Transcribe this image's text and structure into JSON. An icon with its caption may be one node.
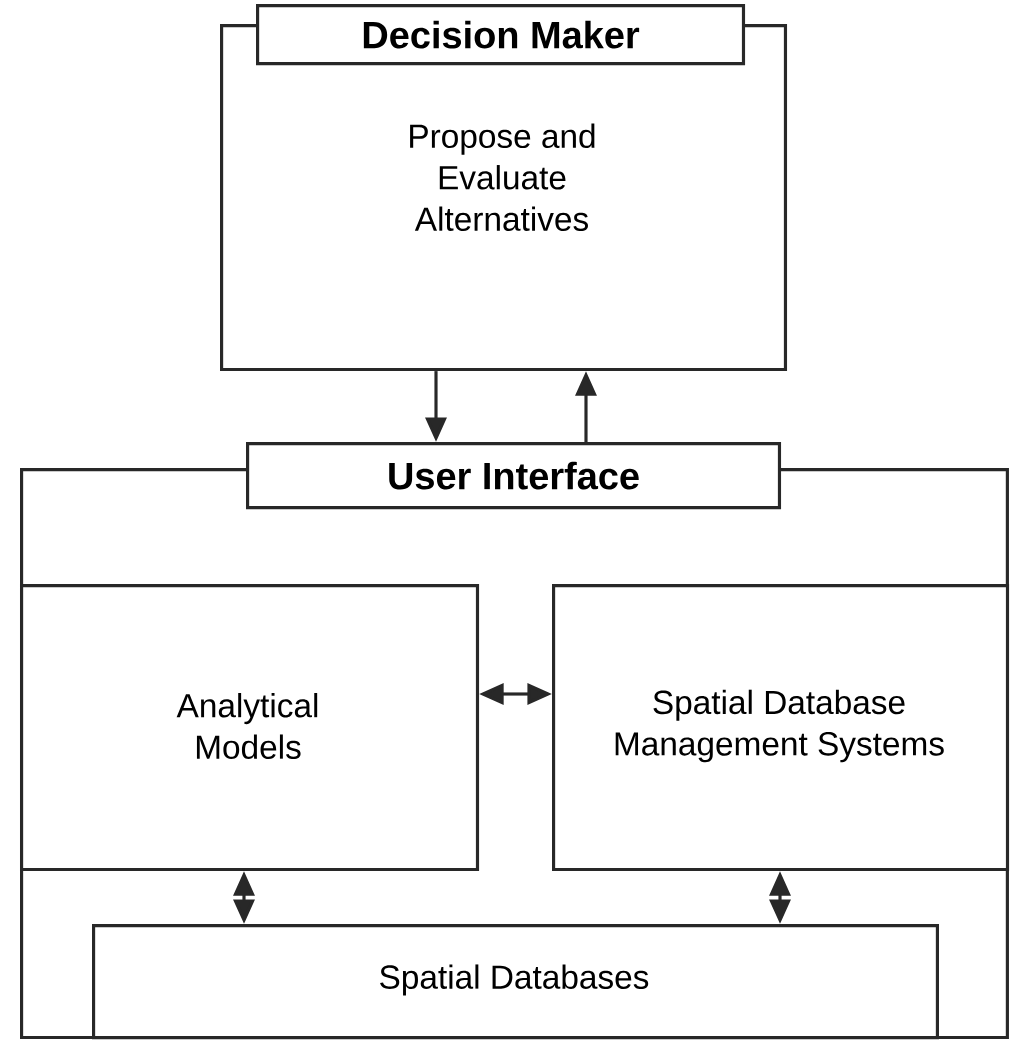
{
  "diagram": {
    "nodes": [
      {
        "text": [
          "Decision Maker",
          "Propose and Evaluate Alternatives"
        ]
      },
      {
        "text": [
          "User Interface"
        ]
      },
      {
        "text": [
          "Analytical Models"
        ],
        "in": 1
      },
      {
        "text": [
          "Spatial Database Management Systems"
        ],
        "in": 1
      },
      {
        "text": [
          "Spatial Databases"
        ],
        "in": 1
      }
    ],
    "edges": [
      {
        "from": 0,
        "to": 1,
        "arrow": "to"
      },
      {
        "from": 1,
        "to": 0,
        "arrow": "to"
      },
      {
        "from": 2,
        "to": 3,
        "arrow": "both"
      },
      {
        "from": 2,
        "to": 4,
        "arrow": "both"
      },
      {
        "from": 3,
        "to": 4,
        "arrow": "both"
      }
    ]
  }
}
